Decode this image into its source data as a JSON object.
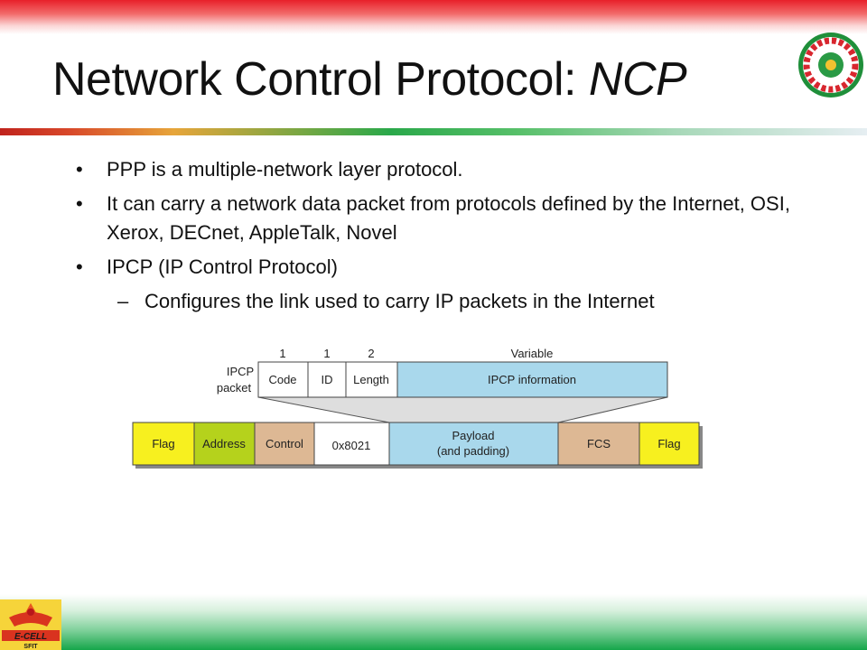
{
  "title": {
    "main": "Network Control Protocol: ",
    "emph": "NCP"
  },
  "bullets": [
    "PPP is a multiple-network layer protocol.",
    "It can carry a network data packet from protocols defined by the Internet, OSI, Xerox, DECnet, AppleTalk, Novel",
    "IPCP (IP Control Protocol)"
  ],
  "sub_bullets": [
    "Configures the link used to carry IP packets in the Internet"
  ],
  "diagram": {
    "packet_label_1": "IPCP",
    "packet_label_2": "packet",
    "ipcp_fields": [
      {
        "label": "Code",
        "size": "1"
      },
      {
        "label": "ID",
        "size": "1"
      },
      {
        "label": "Length",
        "size": "2"
      },
      {
        "label": "IPCP information",
        "size": "Variable"
      }
    ],
    "frame_fields": [
      "Flag",
      "Address",
      "Control",
      "0x8021",
      "Payload",
      "(and padding)",
      "FCS",
      "Flag"
    ],
    "colors": {
      "flag": "#f7f01f",
      "address": "#b5d21c",
      "control": "#ddb894",
      "protocol": "#ffffff",
      "payload": "#a9d8ec",
      "fcs": "#ddb894"
    }
  },
  "logo_text": {
    "line1": "E-CELL",
    "line2": "SFIT"
  }
}
